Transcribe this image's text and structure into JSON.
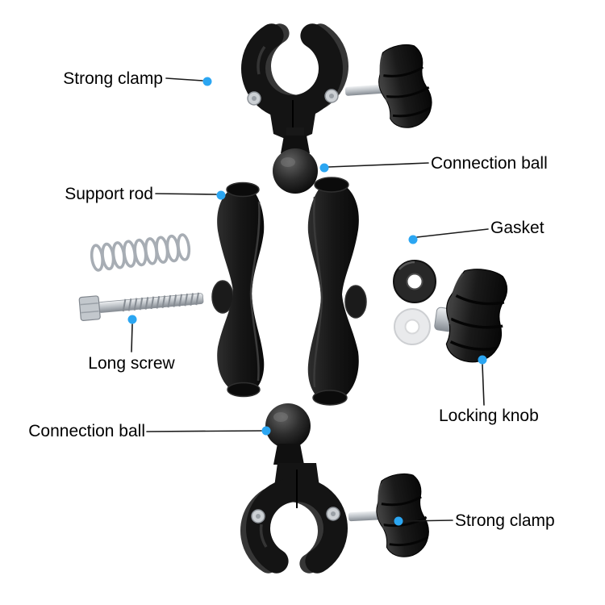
{
  "page": {
    "background": "#ffffff"
  },
  "colors": {
    "accent_dot": "#2ba6f2",
    "leader_line": "#1a1a1a",
    "label_text": "#000000",
    "part_black": "#141414",
    "metal_silver": "#bcc1c6"
  },
  "labels": {
    "strong_clamp_top": "Strong clamp",
    "connection_ball_top": "Connection ball",
    "support_rod": "Support rod",
    "gasket": "Gasket",
    "long_screw": "Long screw",
    "locking_knob": "Locking knob",
    "connection_ball_bottom": "Connection ball",
    "strong_clamp_bottom": "Strong clamp"
  }
}
